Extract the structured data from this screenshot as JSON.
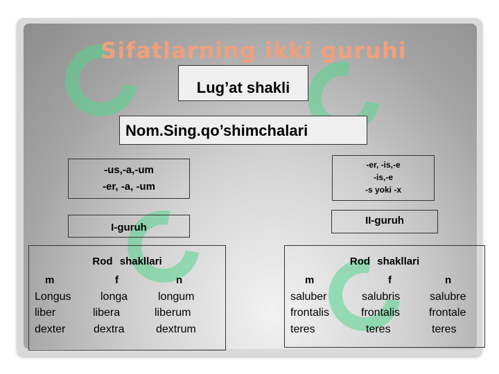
{
  "title": "Sifatlarning ikki guruhi",
  "lugat_box": "Lug’at shakli",
  "nom_box": "Nom.Sing.qo’shimchalari",
  "group1": {
    "endings": [
      "-us,-a,-um",
      "-er, -a, -um"
    ],
    "label": "I-guruh",
    "table": {
      "heading_word1": "Rod",
      "heading_word2": "shakllari",
      "columns": [
        "m",
        "f",
        "n"
      ],
      "rows": [
        [
          "Longus",
          "longa",
          "longum"
        ],
        [
          "liber",
          "libera",
          "liberum"
        ],
        [
          "dexter",
          "dextra",
          "dextrum"
        ]
      ]
    }
  },
  "group2": {
    "endings": [
      "-er, -is,-e",
      "-is,-e",
      "-s yoki -x"
    ],
    "label": "II-guruh",
    "table": {
      "heading_word1": "Rod",
      "heading_word2": "shakllari",
      "columns": [
        "m",
        "f",
        "n"
      ],
      "rows": [
        [
          "saluber",
          "salubris",
          "salubre"
        ],
        [
          "frontalis",
          "frontalis",
          "frontale"
        ],
        [
          "teres",
          "teres",
          "teres"
        ]
      ]
    }
  },
  "colors": {
    "title": "#f0a07c",
    "watermark": "#54d68e",
    "slide_background": "#a4a4a4"
  }
}
